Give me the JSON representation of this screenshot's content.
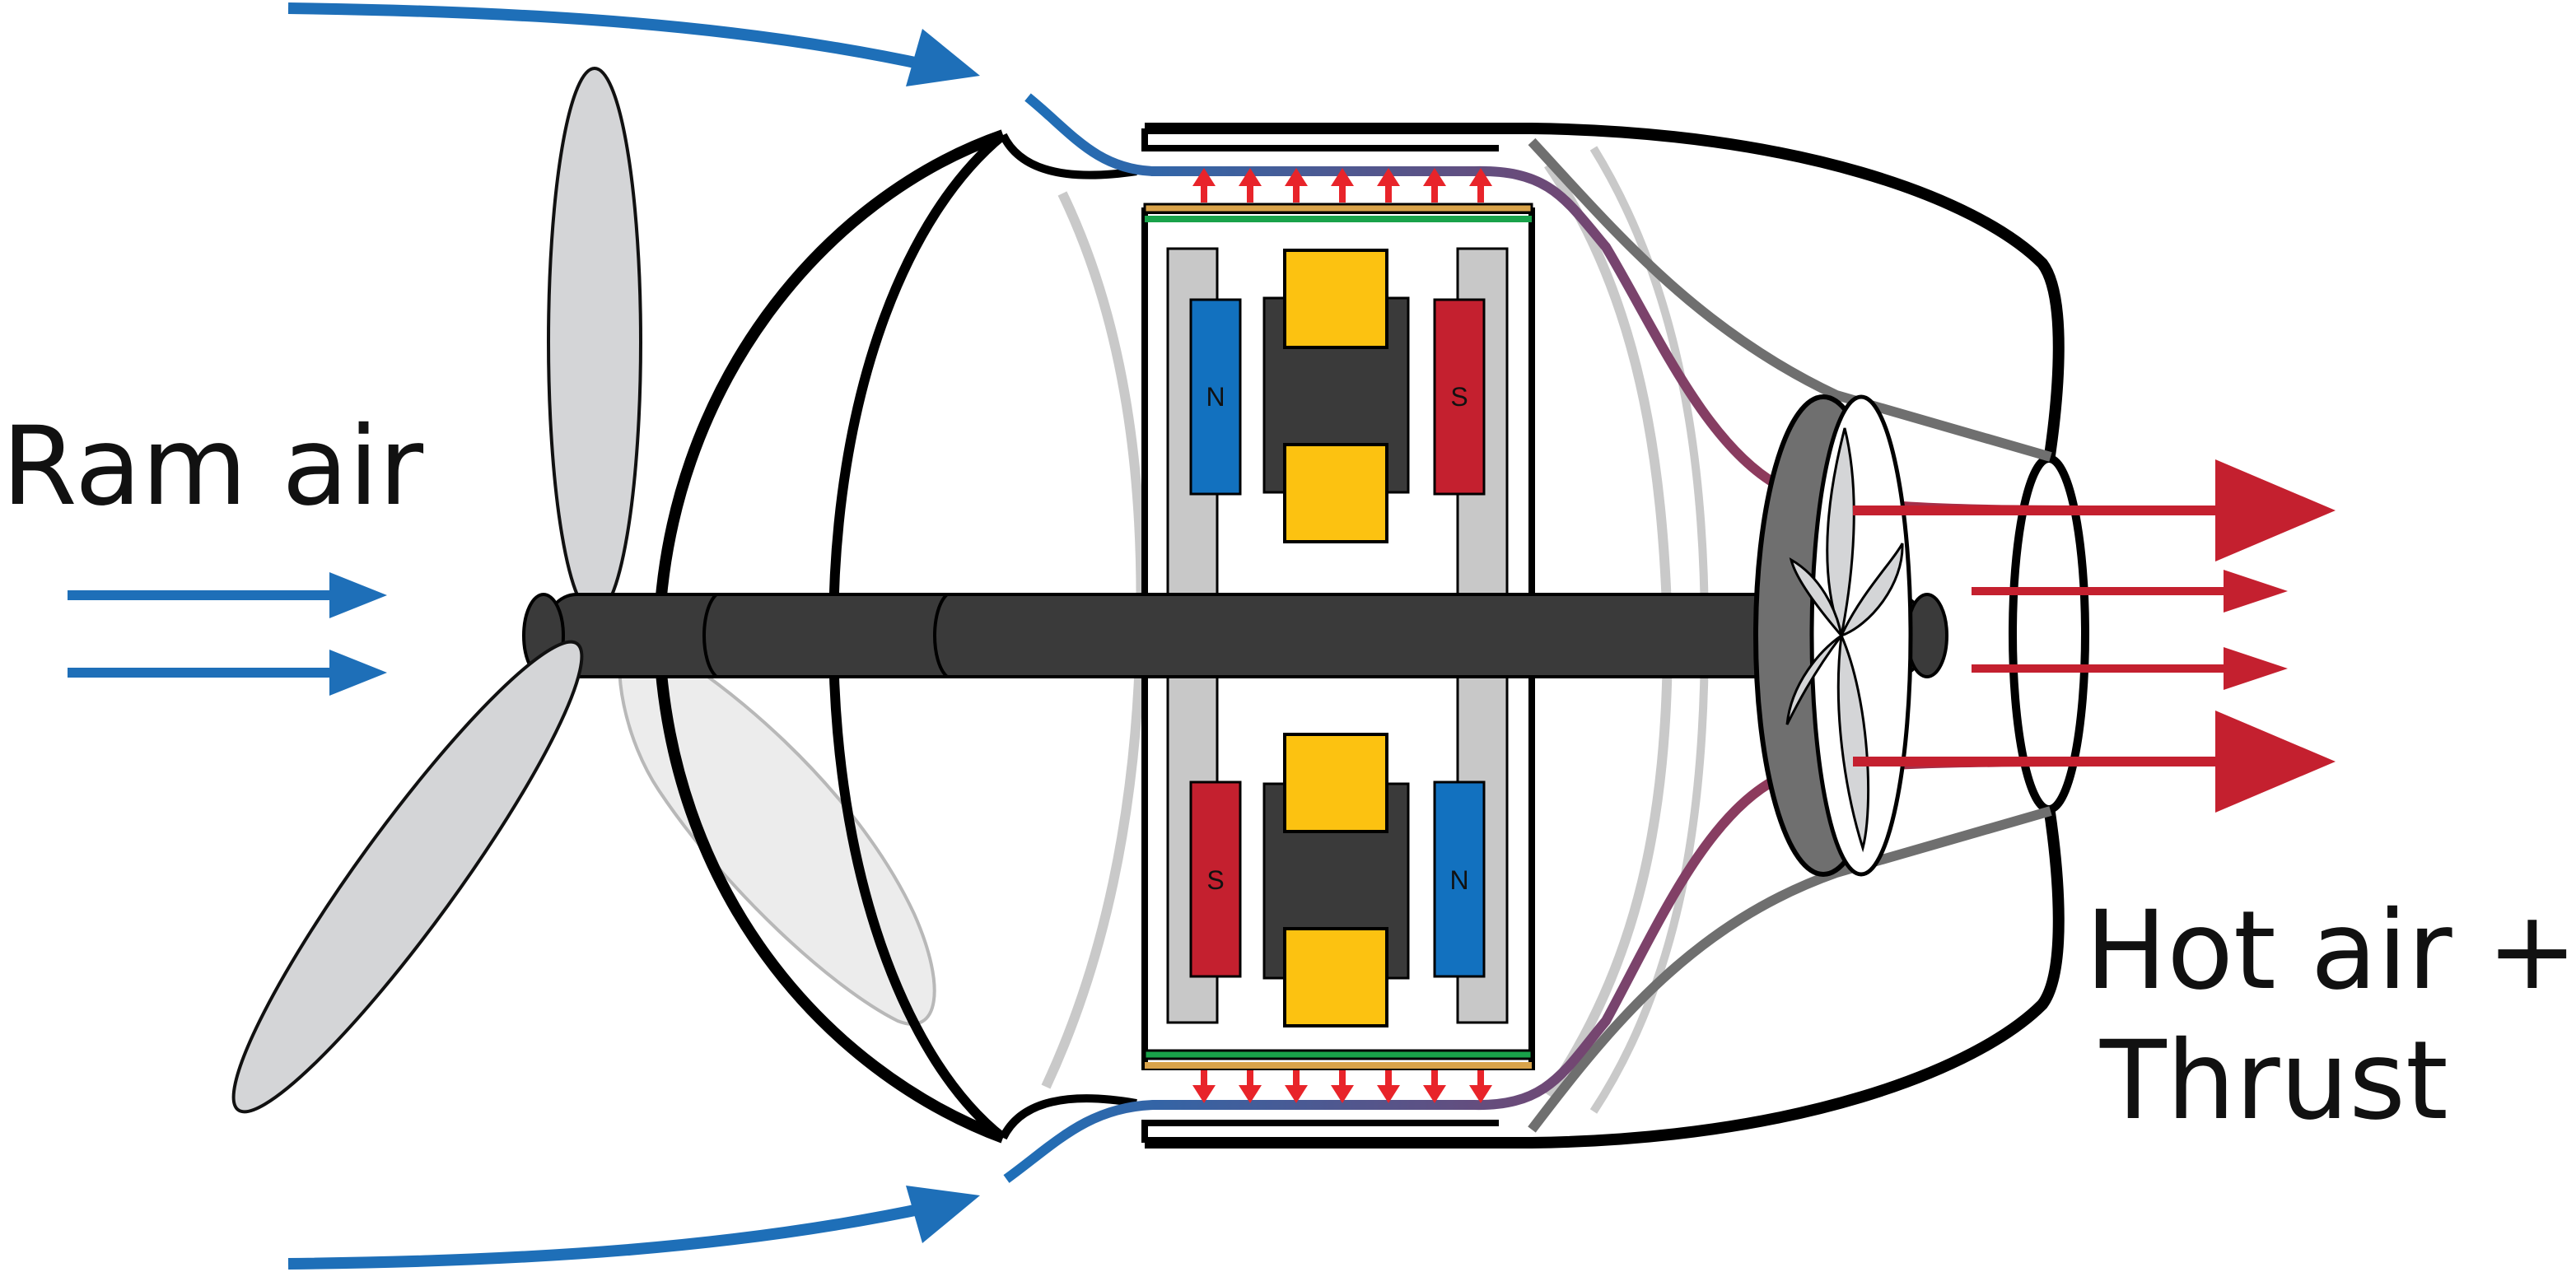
{
  "labels": {
    "ram_air": "Ram air",
    "hot_air_line1": "Hot air +",
    "hot_air_line2": "Thrust"
  },
  "magnets": {
    "top_left": "N",
    "top_right": "S",
    "bottom_left": "S",
    "bottom_right": "N"
  },
  "colors": {
    "cold_air": "#1e6fb8",
    "hot_air": "#c4202f",
    "heat_arrows": "#e8242a",
    "shaft": "#3a3a3a",
    "coil": "#fcc211",
    "magnet_n": "#1271bf",
    "magnet_s": "#c4202f",
    "stator_rail": "#c8c8c8",
    "blade": "#d4d5d7",
    "duct_gray": "#6f6f6f",
    "cooling_strip_green": "#19a24a",
    "cooling_strip_orange": "#d9a34a"
  }
}
